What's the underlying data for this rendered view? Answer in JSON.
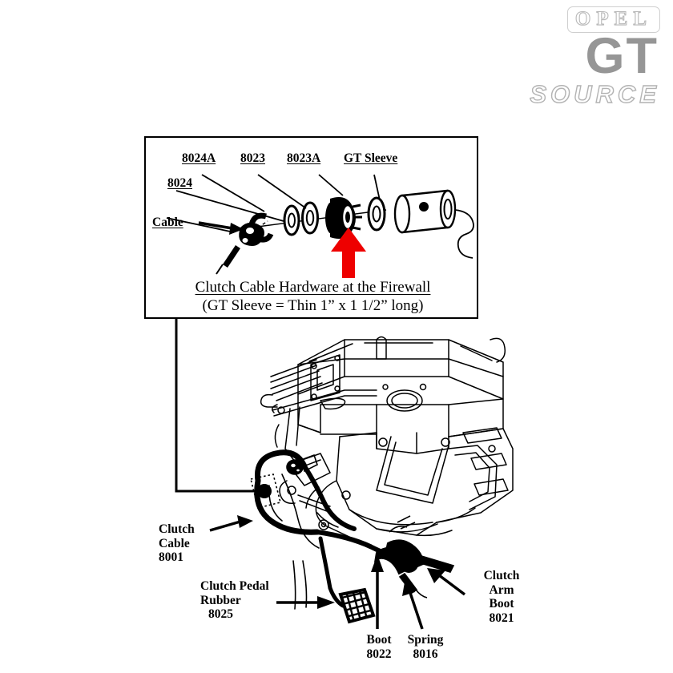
{
  "brand": {
    "opel": "OPEL",
    "gt": "GT",
    "source": "SOURCE"
  },
  "inset": {
    "labels": [
      {
        "id": "8024A",
        "text": "8024A"
      },
      {
        "id": "8023",
        "text": "8023"
      },
      {
        "id": "8023A",
        "text": "8023A"
      },
      {
        "id": "gt-sleeve",
        "text": "GT Sleeve"
      },
      {
        "id": "8024",
        "text": "8024"
      },
      {
        "id": "cable",
        "text": "Cable"
      }
    ],
    "caption_line1": "Clutch Cable Hardware at the Firewall",
    "caption_line2": "(GT Sleeve = Thin 1” x 1 1/2” long)"
  },
  "callouts": {
    "clutch_cable": {
      "line1": "Clutch",
      "line2": "Cable",
      "number": "8001"
    },
    "clutch_pedal_rubber": {
      "line1": "Clutch Pedal",
      "line2": "Rubber",
      "number": "8025"
    },
    "boot": {
      "line1": "Boot",
      "number": "8022"
    },
    "spring": {
      "line1": "Spring",
      "number": "8016"
    },
    "clutch_arm_boot": {
      "line1": "Clutch",
      "line2": "Arm",
      "line3": "Boot",
      "number": "8021"
    }
  },
  "colors": {
    "highlight_arrow": "#ee0000",
    "line": "#000000",
    "brand_gray": "#969696",
    "brand_outline": "#b9b9b9"
  },
  "icons": {
    "highlight_arrow": "red-up-arrow-icon",
    "leader_arrow": "leader-arrow-icon"
  }
}
